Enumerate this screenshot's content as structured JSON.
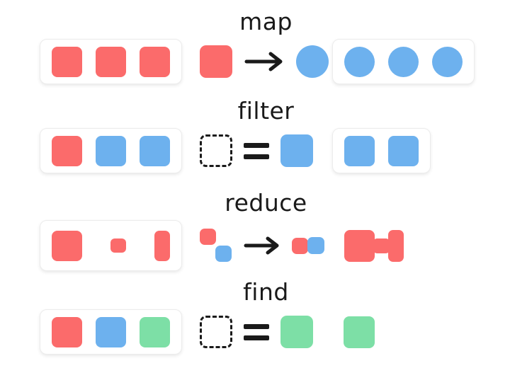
{
  "colors": {
    "red": "#fb6b6b",
    "blue": "#6db1ee",
    "green": "#7ddfa6",
    "ink": "#1a1a1a",
    "box_border": "#ececec"
  },
  "rows": [
    {
      "title": "map",
      "input_shapes": [
        "red-square",
        "red-square",
        "red-square"
      ],
      "operation": {
        "lhs": "red-square",
        "operator": "arrow-right",
        "rhs": "blue-circle"
      },
      "output_boxed": true,
      "output_shapes": [
        "blue-circle",
        "blue-circle",
        "blue-circle"
      ]
    },
    {
      "title": "filter",
      "input_shapes": [
        "red-square",
        "blue-square",
        "blue-square"
      ],
      "operation": {
        "lhs": "dashed-placeholder-square",
        "operator": "equals",
        "rhs": "blue-square"
      },
      "output_boxed": true,
      "output_shapes": [
        "blue-square",
        "blue-square"
      ]
    },
    {
      "title": "reduce",
      "input_shapes": [
        "red-square-large",
        "red-square-small",
        "red-rect-tall"
      ],
      "operation": {
        "lhs": [
          "red-square-small",
          "blue-square-small"
        ],
        "operator": "arrow-right",
        "rhs": [
          "red-square-small",
          "blue-square-small"
        ]
      },
      "output_boxed": false,
      "output_shapes": [
        "red-combined-dumbbell"
      ]
    },
    {
      "title": "find",
      "input_shapes": [
        "red-square",
        "blue-square",
        "green-square"
      ],
      "operation": {
        "lhs": "dashed-placeholder-square",
        "operator": "equals",
        "rhs": "green-square"
      },
      "output_boxed": false,
      "output_shapes": [
        "green-square"
      ]
    }
  ]
}
